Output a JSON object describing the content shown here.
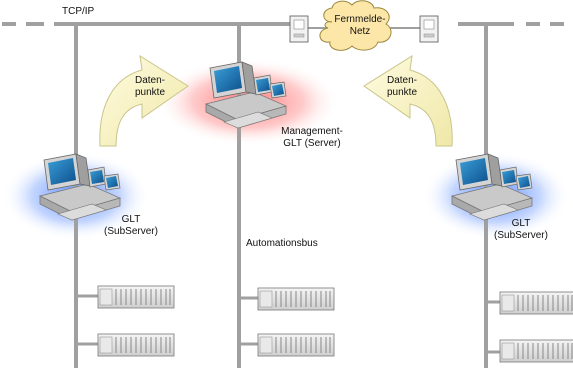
{
  "network": {
    "tcpip_label": "TCP/IP",
    "cloud_label_line1": "Fernmelde-",
    "cloud_label_line2": "Netz",
    "bus_label": "Automationsbus"
  },
  "arrows": {
    "left_line1": "Daten-",
    "left_line2": "punkte",
    "right_line1": "Daten-",
    "right_line2": "punkte"
  },
  "nodes": {
    "server_line1": "Management-",
    "server_line2": "GLT (Server)",
    "left_sub_line1": "GLT",
    "left_sub_line2": "(SubServer)",
    "right_sub_line1": "GLT",
    "right_sub_line2": "(SubServer)"
  },
  "colors": {
    "network_line": "#9a9a9a",
    "arrow_fill": "#f8f4c2",
    "server_glow": "#ff5a5a",
    "subserver_glow": "#3f7df7",
    "cloud_fill": "#fde7a8",
    "cloud_stroke": "#9c8a3f"
  },
  "icons": {
    "computer": "workstation-icon",
    "controller": "controller-rack-icon",
    "modem": "modem-icon",
    "cloud": "cloud-icon"
  }
}
